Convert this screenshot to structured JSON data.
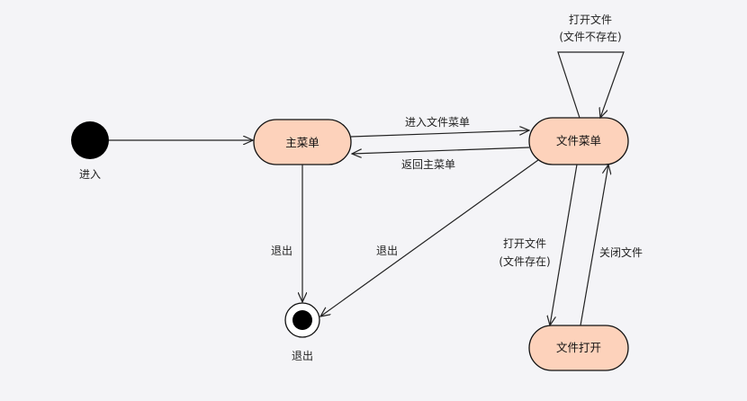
{
  "states": {
    "main_menu": "主菜单",
    "file_menu": "文件菜单",
    "file_open": "文件打开"
  },
  "pseudo_states": {
    "initial_label": "进入",
    "final_label": "退出"
  },
  "transitions": {
    "enter_file_menu": "进入文件菜单",
    "return_main_menu": "返回主菜单",
    "exit_from_main": "退出",
    "exit_from_file": "退出",
    "open_file_missing_line1": "打开文件",
    "open_file_missing_line2": "(文件不存在)",
    "open_file_exists_line1": "打开文件",
    "open_file_exists_line2": "(文件存在)",
    "close_file": "关闭文件"
  },
  "colors": {
    "state_fill": "#fdd2bb",
    "background": "#f4f4f7",
    "stroke": "#111111"
  }
}
